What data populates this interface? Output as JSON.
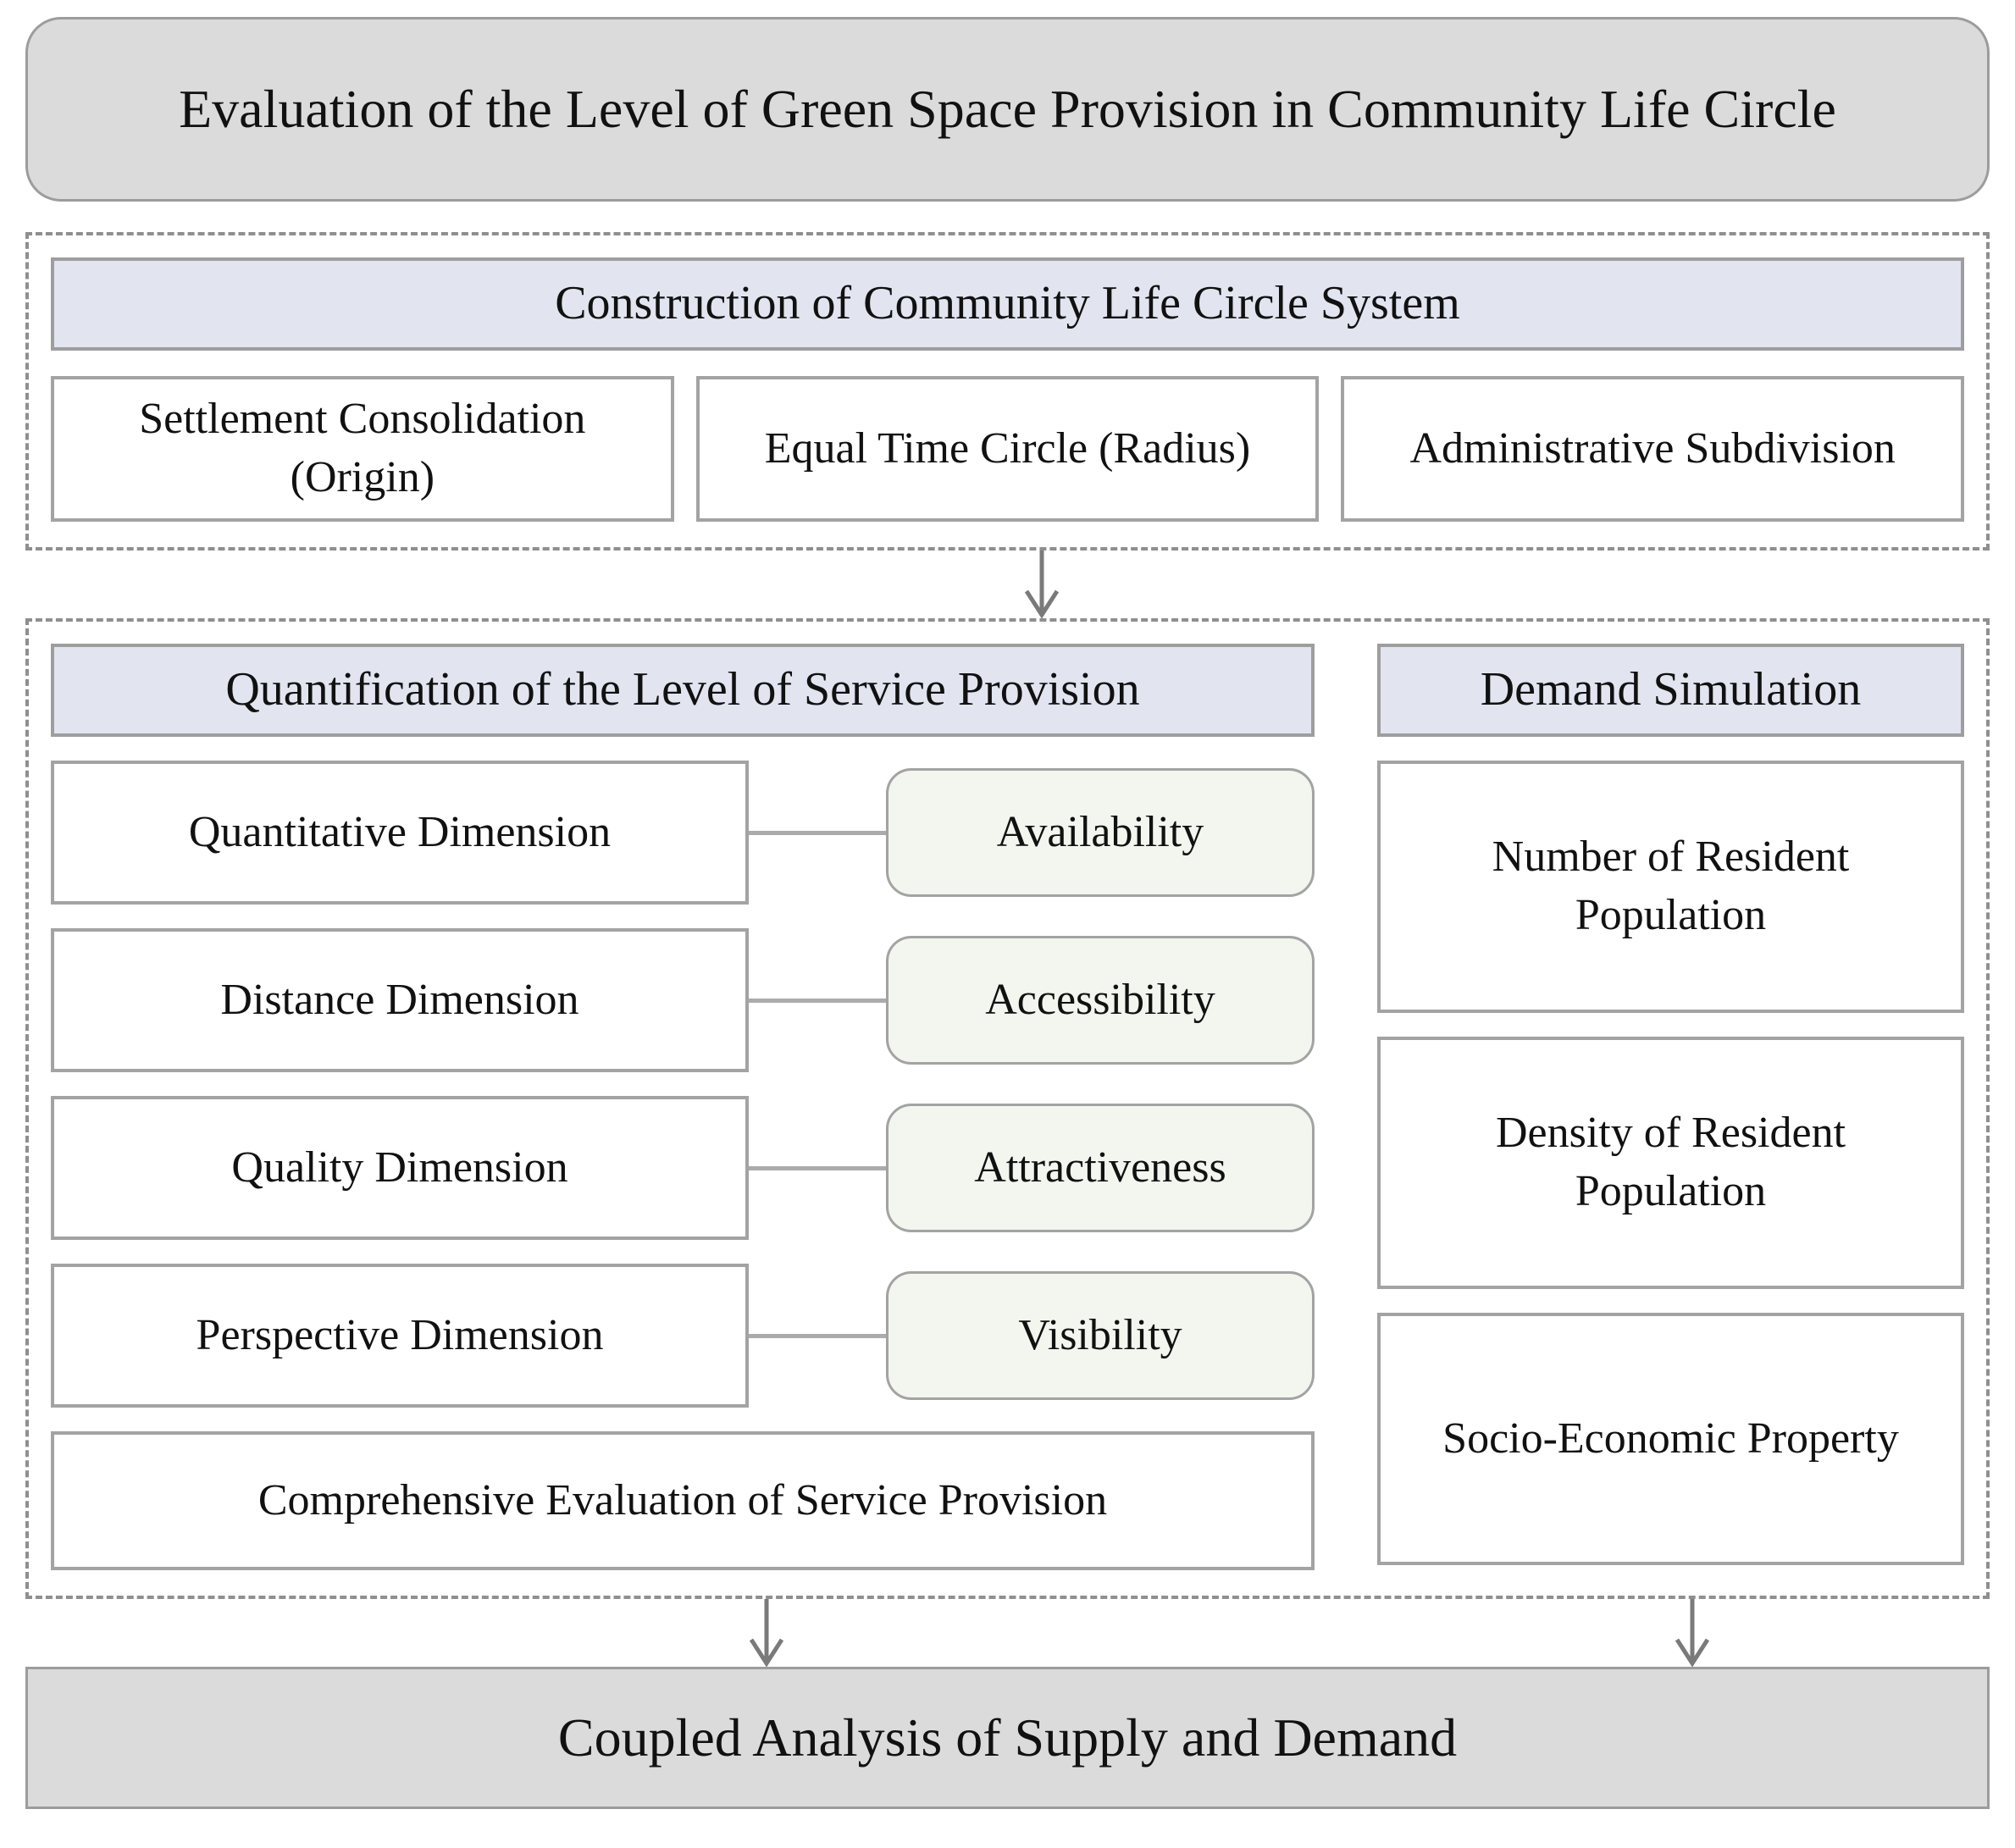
{
  "title": "Evaluation of the Level of Green Space Provision in Community Life Circle",
  "construction": {
    "header": "Construction of Community Life Circle System",
    "boxes": [
      {
        "label": "Settlement Consolidation (Origin)"
      },
      {
        "label": "Equal Time Circle (Radius)"
      },
      {
        "label": "Administrative Subdivision"
      }
    ]
  },
  "quantification": {
    "header": "Quantification of the Level of Service Provision",
    "pairs": [
      {
        "dimension": "Quantitative Dimension",
        "indicator": "Availability"
      },
      {
        "dimension": "Distance Dimension",
        "indicator": "Accessibility"
      },
      {
        "dimension": "Quality Dimension",
        "indicator": "Attractiveness"
      },
      {
        "dimension": "Perspective Dimension",
        "indicator": "Visibility"
      }
    ],
    "summary": "Comprehensive Evaluation of Service Provision"
  },
  "demand": {
    "header": "Demand Simulation",
    "boxes": [
      {
        "label": "Number of Resident Population"
      },
      {
        "label": "Density of Resident Population"
      },
      {
        "label": "Socio-Economic Property"
      }
    ]
  },
  "footer": "Coupled Analysis of Supply and Demand",
  "colors": {
    "gray_fill": "#dbdbdb",
    "header_fill": "#e2e5f0",
    "indicator_fill": "#f3f5ef",
    "box_border": "#a3a3a3",
    "dashed_border": "#8f8f8f",
    "arrow": "#7a7a7a",
    "connector": "#ababab"
  }
}
